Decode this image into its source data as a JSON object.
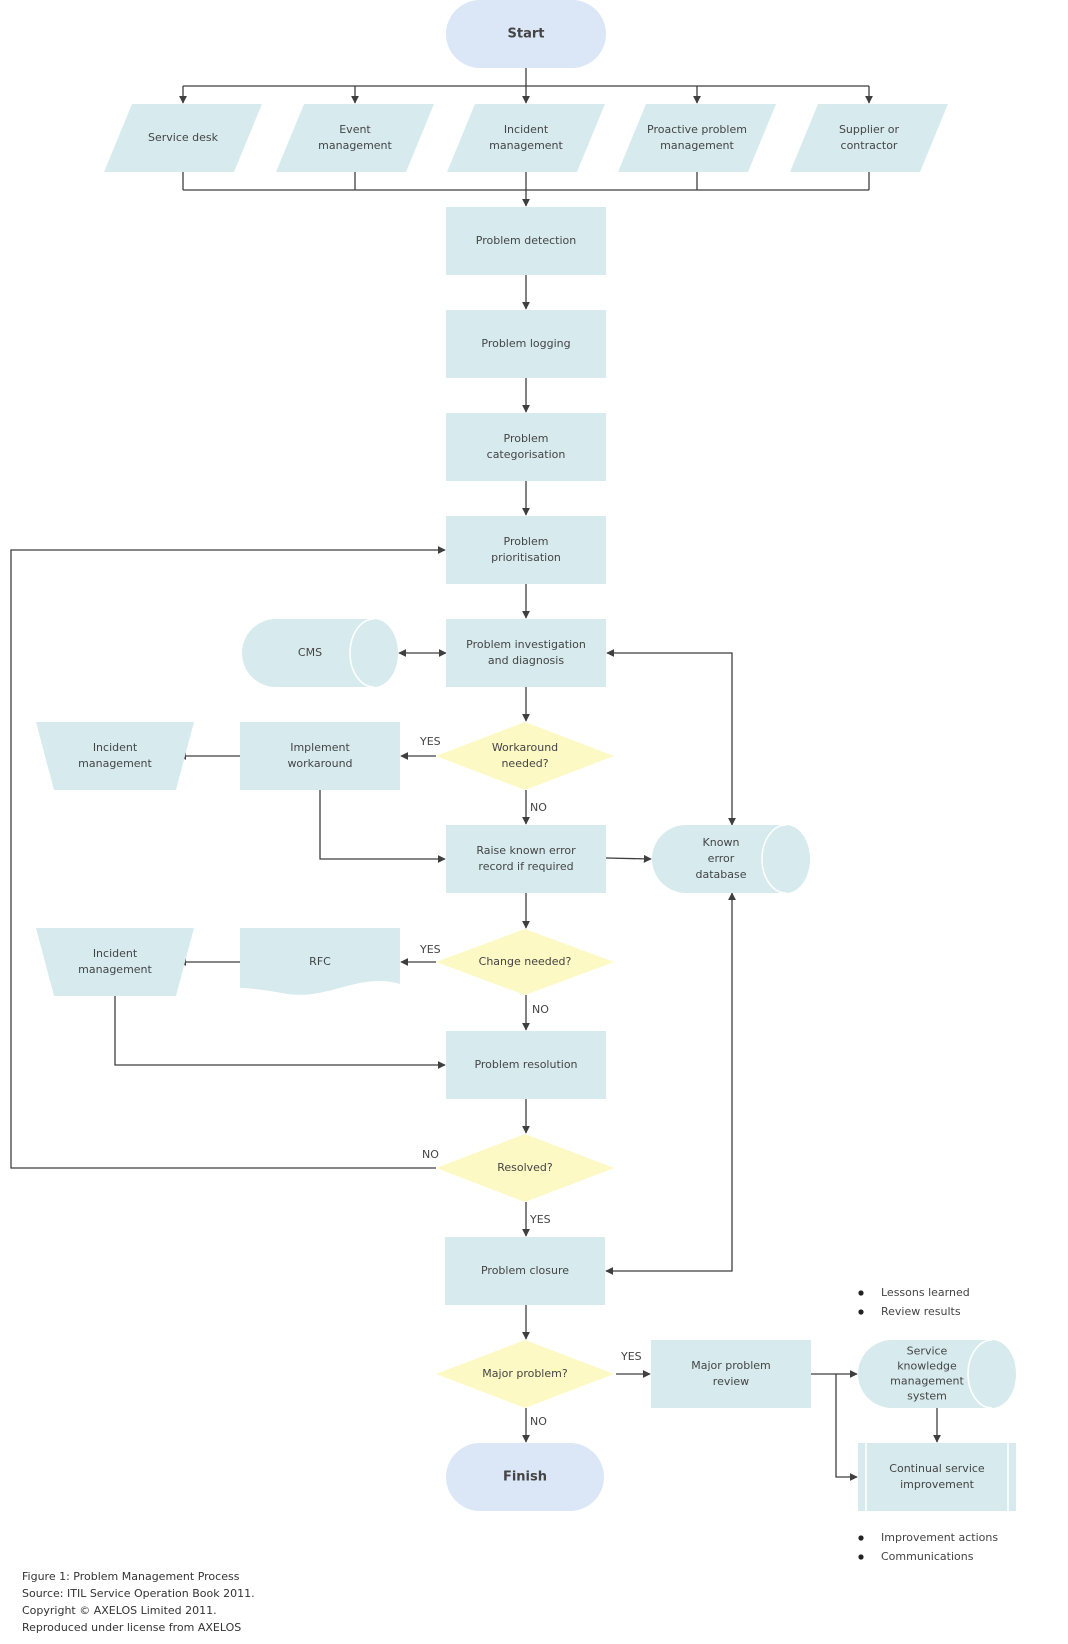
{
  "colors": {
    "box": "#d7ebee",
    "terminal": "#dbe7f6",
    "decision": "#fdf9c4",
    "line": "#3f3f3f"
  },
  "nodes": {
    "start": {
      "label": [
        "Start"
      ]
    },
    "in1": {
      "label": [
        "Service desk"
      ]
    },
    "in2": {
      "label": [
        "Event",
        "management"
      ]
    },
    "in3": {
      "label": [
        "Incident",
        "management"
      ]
    },
    "in4": {
      "label": [
        "Proactive problem",
        "management"
      ]
    },
    "in5": {
      "label": [
        "Supplier or",
        "contractor"
      ]
    },
    "detect": {
      "label": [
        "Problem detection"
      ]
    },
    "log": {
      "label": [
        "Problem logging"
      ]
    },
    "cat": {
      "label": [
        "Problem",
        "categorisation"
      ]
    },
    "prio": {
      "label": [
        "Problem",
        "prioritisation"
      ]
    },
    "invest": {
      "label": [
        "Problem investigation",
        "and diagnosis"
      ]
    },
    "cms": {
      "label": [
        "CMS"
      ]
    },
    "wa": {
      "label": [
        "Workaround",
        "needed?"
      ]
    },
    "implwa": {
      "label": [
        "Implement",
        "workaround"
      ]
    },
    "inc1": {
      "label": [
        "Incident",
        "management"
      ]
    },
    "raise": {
      "label": [
        "Raise known error",
        "record if required"
      ]
    },
    "kedb": {
      "label": [
        "Known",
        "error",
        "database"
      ]
    },
    "change": {
      "label": [
        "Change needed?"
      ]
    },
    "rfc": {
      "label": [
        "RFC"
      ]
    },
    "inc2": {
      "label": [
        "Incident",
        "management"
      ]
    },
    "resol": {
      "label": [
        "Problem resolution"
      ]
    },
    "resolved": {
      "label": [
        "Resolved?"
      ]
    },
    "closure": {
      "label": [
        "Problem closure"
      ]
    },
    "major": {
      "label": [
        "Major problem?"
      ]
    },
    "review": {
      "label": [
        "Major problem",
        "review"
      ]
    },
    "skms": {
      "label": [
        "Service",
        "knowledge",
        "management",
        "system"
      ]
    },
    "csi": {
      "label": [
        "Continual service",
        "improvement"
      ]
    },
    "finish": {
      "label": [
        "Finish"
      ]
    }
  },
  "edge_labels": {
    "wa_yes": "YES",
    "wa_no": "NO",
    "change_yes": "YES",
    "change_no": "NO",
    "resolved_no": "NO",
    "resolved_yes": "YES",
    "major_yes": "YES",
    "major_no": "NO"
  },
  "notes": {
    "review_outputs": [
      "Lessons learned",
      "Review results"
    ],
    "csi_outputs": [
      "Improvement actions",
      "Communications"
    ]
  },
  "caption": [
    "Figure 1: Problem Management Process",
    "Source: ITIL Service Operation Book 2011.",
    "Copyright © AXELOS Limited 2011.",
    "Reproduced under license from AXELOS"
  ]
}
